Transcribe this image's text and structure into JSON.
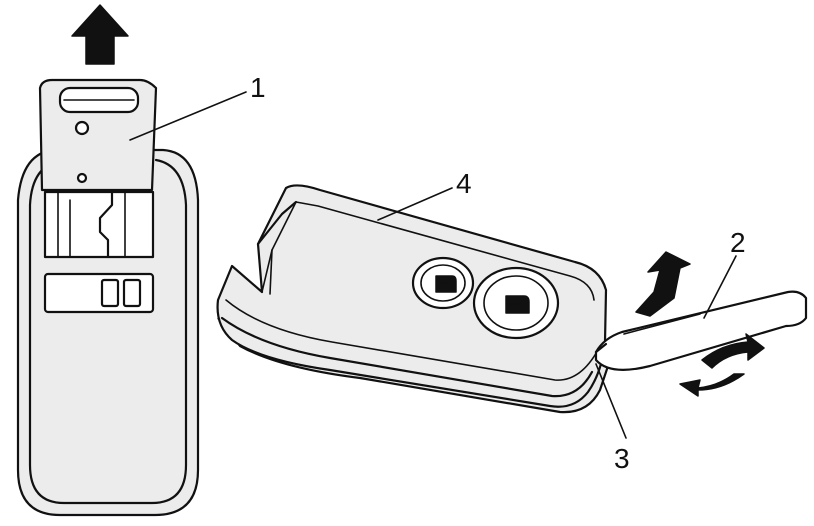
{
  "callouts": [
    {
      "id": "1",
      "label": "1"
    },
    {
      "id": "2",
      "label": "2"
    },
    {
      "id": "3",
      "label": "3"
    },
    {
      "id": "4",
      "label": "4"
    }
  ],
  "colors": {
    "line": "#111111",
    "face": "#ececec",
    "background": "#ffffff"
  },
  "icons": [
    "up-arrow-icon",
    "lock-icon",
    "unlock-icon",
    "rotate-arrow-icon",
    "screwdriver-icon"
  ]
}
